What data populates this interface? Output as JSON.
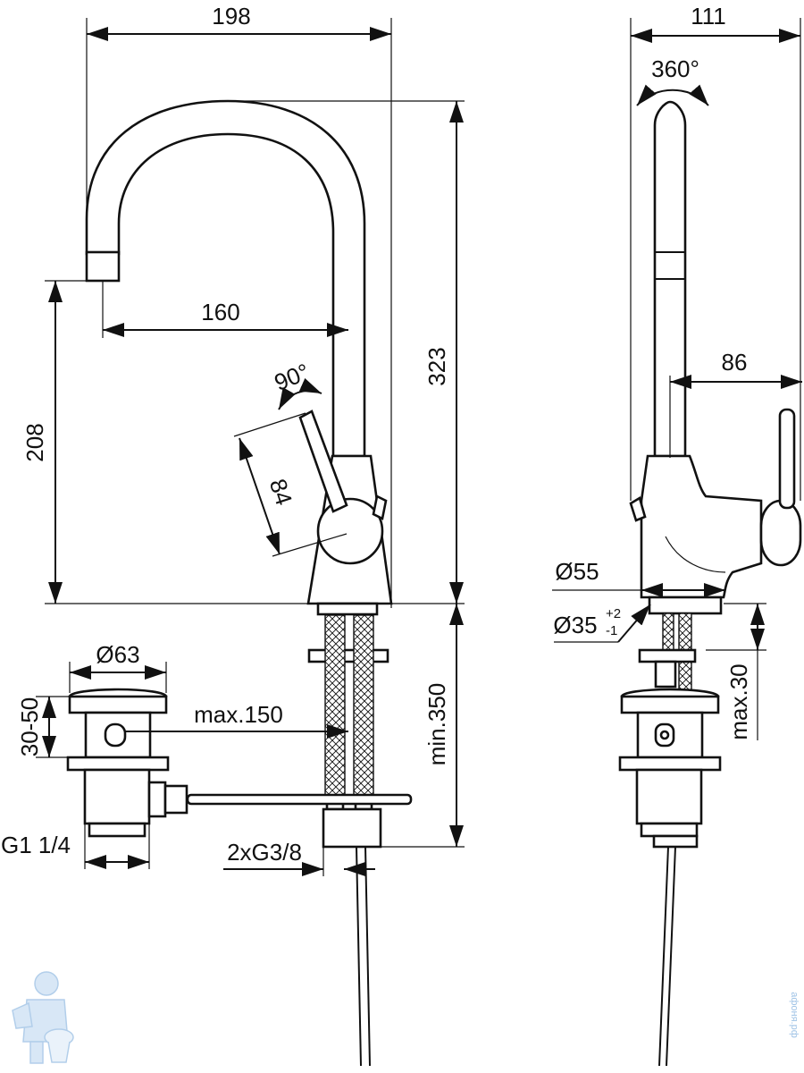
{
  "drawing": {
    "front_view": {
      "overall_width": "198",
      "overall_height": "323",
      "spout_reach": "160",
      "spout_height": "208",
      "lever_rotation": "90°",
      "lever_length": "84",
      "below_counter": "min.350",
      "hose_length": "max.150",
      "hose_thread": "2xG3/8"
    },
    "waste": {
      "diameter": "Ø63",
      "height_range": "30-50",
      "thread": "G1 1/4"
    },
    "side_view": {
      "overall_depth": "111",
      "swivel": "360°",
      "lever_offset": "86",
      "base_diameter": "Ø55",
      "hole_diameter": "Ø35",
      "hole_tol_plus": "+2",
      "hole_tol_minus": "-1",
      "counter_thickness": "max.30"
    },
    "watermark": "афоня.рф"
  }
}
